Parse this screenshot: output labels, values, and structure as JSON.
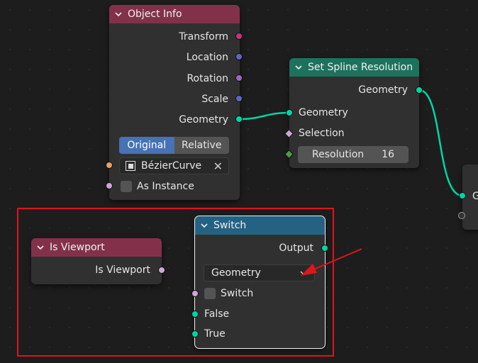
{
  "nodes": {
    "object_info": {
      "title": "Object Info",
      "outputs": [
        "Transform",
        "Location",
        "Rotation",
        "Scale",
        "Geometry"
      ],
      "mode_original": "Original",
      "mode_relative": "Relative",
      "object_name": "BézierCurve",
      "as_instance": "As Instance"
    },
    "set_spline_resolution": {
      "title": "Set Spline Resolution",
      "output": "Geometry",
      "input_geometry": "Geometry",
      "input_selection": "Selection",
      "resolution_label": "Resolution",
      "resolution_value": "16"
    },
    "is_viewport": {
      "title": "Is Viewport",
      "output": "Is Viewport"
    },
    "switch": {
      "title": "Switch",
      "output": "Output",
      "type": "Geometry",
      "switch_label": "Switch",
      "false_label": "False",
      "true_label": "True"
    },
    "offscreen": {
      "partial_label": "G"
    }
  },
  "colors": {
    "geometry_socket": "#00d6a3",
    "highlight_box": "#e0141b",
    "annotation_arrow": "#e0141b"
  }
}
